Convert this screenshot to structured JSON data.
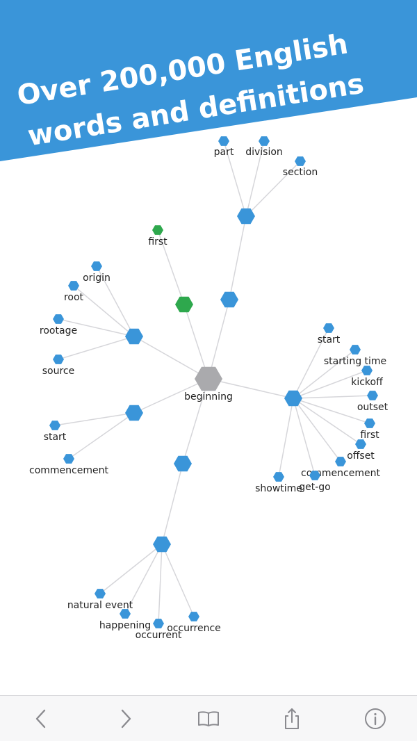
{
  "banner": {
    "line1": "Over 200,000 English",
    "line2": "words and definitions",
    "color": "#3a95d9"
  },
  "graph": {
    "colors": {
      "word": "#3a95d9",
      "root": "#aaaaad",
      "selected": "#2ea84d",
      "edge": "#d6d6da"
    },
    "root_word": "beginning",
    "nodes": [
      {
        "id": "root",
        "label": "beginning",
        "kind": "root"
      },
      {
        "id": "g1",
        "label": "",
        "kind": "group"
      },
      {
        "id": "g1a",
        "label": "part",
        "kind": "word"
      },
      {
        "id": "g1b",
        "label": "division",
        "kind": "word"
      },
      {
        "id": "g1c",
        "label": "section",
        "kind": "word"
      },
      {
        "id": "g1m",
        "label": "",
        "kind": "group"
      },
      {
        "id": "sel",
        "label": "",
        "kind": "selected"
      },
      {
        "id": "sela",
        "label": "first",
        "kind": "selected"
      },
      {
        "id": "g2",
        "label": "",
        "kind": "group"
      },
      {
        "id": "g2a",
        "label": "origin",
        "kind": "word"
      },
      {
        "id": "g2b",
        "label": "root",
        "kind": "word"
      },
      {
        "id": "g2c",
        "label": "rootage",
        "kind": "word"
      },
      {
        "id": "g2d",
        "label": "source",
        "kind": "word"
      },
      {
        "id": "g3",
        "label": "",
        "kind": "group"
      },
      {
        "id": "g3a",
        "label": "start",
        "kind": "word"
      },
      {
        "id": "g3b",
        "label": "commencement",
        "kind": "word"
      },
      {
        "id": "g4",
        "label": "",
        "kind": "group"
      },
      {
        "id": "g4a",
        "label": "start",
        "kind": "word"
      },
      {
        "id": "g4b",
        "label": "starting time",
        "kind": "word"
      },
      {
        "id": "g4c",
        "label": "kickoff",
        "kind": "word"
      },
      {
        "id": "g4d",
        "label": "outset",
        "kind": "word"
      },
      {
        "id": "g4e",
        "label": "first",
        "kind": "word"
      },
      {
        "id": "g4f",
        "label": "offset",
        "kind": "word"
      },
      {
        "id": "g4g",
        "label": "commencement",
        "kind": "word"
      },
      {
        "id": "g4h",
        "label": "get-go",
        "kind": "word"
      },
      {
        "id": "g4i",
        "label": "showtime",
        "kind": "word"
      },
      {
        "id": "g5m",
        "label": "",
        "kind": "group"
      },
      {
        "id": "g5",
        "label": "",
        "kind": "group"
      },
      {
        "id": "g5a",
        "label": "natural event",
        "kind": "word"
      },
      {
        "id": "g5b",
        "label": "happening",
        "kind": "word"
      },
      {
        "id": "g5c",
        "label": "occurrent",
        "kind": "word"
      },
      {
        "id": "g5d",
        "label": "occurrence",
        "kind": "word"
      }
    ],
    "edges": [
      [
        "root",
        "g1m"
      ],
      [
        "g1m",
        "g1"
      ],
      [
        "g1",
        "g1a"
      ],
      [
        "g1",
        "g1b"
      ],
      [
        "g1",
        "g1c"
      ],
      [
        "root",
        "sel"
      ],
      [
        "sel",
        "sela"
      ],
      [
        "root",
        "g2"
      ],
      [
        "g2",
        "g2a"
      ],
      [
        "g2",
        "g2b"
      ],
      [
        "g2",
        "g2c"
      ],
      [
        "g2",
        "g2d"
      ],
      [
        "root",
        "g3"
      ],
      [
        "g3",
        "g3a"
      ],
      [
        "g3",
        "g3b"
      ],
      [
        "root",
        "g4"
      ],
      [
        "g4",
        "g4a"
      ],
      [
        "g4",
        "g4b"
      ],
      [
        "g4",
        "g4c"
      ],
      [
        "g4",
        "g4d"
      ],
      [
        "g4",
        "g4e"
      ],
      [
        "g4",
        "g4f"
      ],
      [
        "g4",
        "g4g"
      ],
      [
        "g4",
        "g4h"
      ],
      [
        "g4",
        "g4i"
      ],
      [
        "root",
        "g5m"
      ],
      [
        "g5m",
        "g5"
      ],
      [
        "g5",
        "g5a"
      ],
      [
        "g5",
        "g5b"
      ],
      [
        "g5",
        "g5c"
      ],
      [
        "g5",
        "g5d"
      ]
    ]
  },
  "toolbar": {
    "items": [
      {
        "name": "back-icon"
      },
      {
        "name": "forward-icon"
      },
      {
        "name": "bookmarks-icon"
      },
      {
        "name": "share-icon"
      },
      {
        "name": "info-icon"
      }
    ],
    "icon_color": "#8a8a8f"
  }
}
